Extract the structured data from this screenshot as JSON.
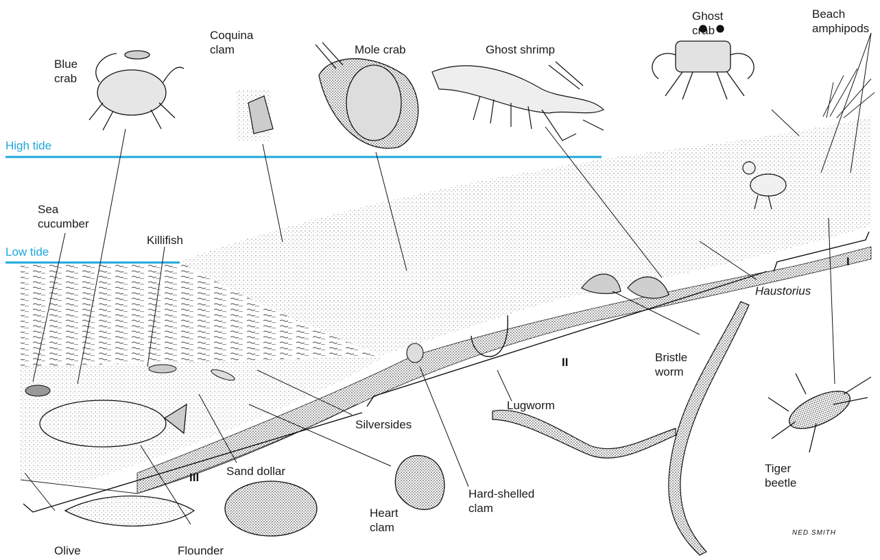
{
  "colors": {
    "tide_line": "#1ba6dc",
    "ink": "#1a1a1a",
    "sand": "#d9d9d9",
    "water": "#bfbfbf"
  },
  "tides": {
    "high": "High tide",
    "low": "Low tide"
  },
  "zones": {
    "one": "I",
    "two": "II",
    "three": "III"
  },
  "labels": {
    "blue_crab": [
      "Blue",
      "crab"
    ],
    "coquina_clam": [
      "Coquina",
      "clam"
    ],
    "mole_crab": "Mole crab",
    "ghost_shrimp": "Ghost shrimp",
    "ghost_crab": [
      "Ghost",
      "crab"
    ],
    "beach_amphipods": [
      "Beach",
      "amphipods"
    ],
    "sea_cucumber": [
      "Sea",
      "cucumber"
    ],
    "killifish": "Killifish",
    "haustorius": "Haustorius",
    "bristle_worm": [
      "Bristle",
      "worm"
    ],
    "lugworm": "Lugworm",
    "silversides": "Silversides",
    "sand_dollar": "Sand dollar",
    "heart_clam": [
      "Heart",
      "clam"
    ],
    "hard_shelled_clam": [
      "Hard-shelled",
      "clam"
    ],
    "tiger_beetle": [
      "Tiger",
      "beetle"
    ],
    "olive": "Olive",
    "flounder": "Flounder"
  },
  "signature": "NED SMITH"
}
